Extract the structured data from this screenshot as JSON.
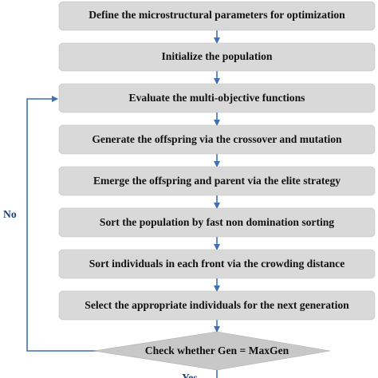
{
  "colors": {
    "box_fill": "#d9d9d9",
    "text": "#111111",
    "connector": "#3f6fb5",
    "label": "#1f3f7a"
  },
  "steps": [
    {
      "label": "Define the microstructural parameters for optimization"
    },
    {
      "label": "Initialize the population"
    },
    {
      "label": "Evaluate the multi-objective functions"
    },
    {
      "label": "Generate the offspring via the crossover and mutation"
    },
    {
      "label": "Emerge the offspring and parent via the elite strategy"
    },
    {
      "label": "Sort the population by fast non domination sorting"
    },
    {
      "label": "Sort individuals in each front via the crowding distance"
    },
    {
      "label": "Select the appropriate individuals for the next generation"
    }
  ],
  "decision": {
    "label": "Check whether Gen = MaxGen"
  },
  "loop_label": "No",
  "exit_label": "Yes"
}
